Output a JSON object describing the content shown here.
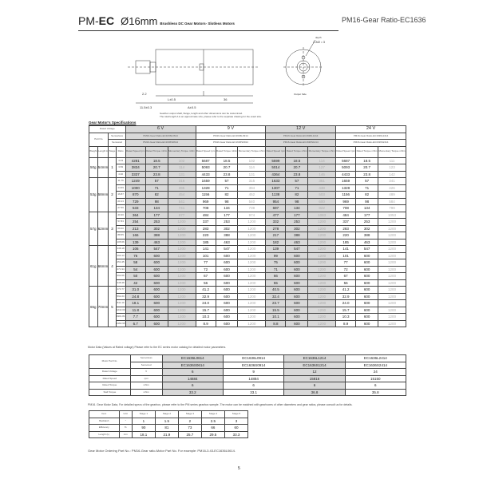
{
  "header": {
    "title_prefix": "PM-",
    "title_bold": "EC",
    "diameter": "Ø16mm",
    "subtitle": "Brushless DC Gear Motors- Slotless Motors",
    "right_title": "PM16-Gear Ratio-EC1636"
  },
  "drawing": {
    "dims": [
      "11.5±0.3",
      "2.2",
      "L±0.5",
      "36",
      "A±0.5",
      "ø3-0.01",
      "ø7-0.02",
      "ø16-0.1",
      "ø16-0.1",
      "3-0.1",
      "0.8-0.1"
    ],
    "output_side_label": "Output Side",
    "depth_label": "depth",
    "screw_label": "2-M2 • 3",
    "pitch_label": "10.00±0.1"
  },
  "notes": {
    "line1": "Gearbox output shaft, flange, length and other dimensions can be customized.",
    "line2": "The total length A is an approximate size, please refer to the separate drawing for the exact size."
  },
  "specs": {
    "title": "Gear Motor's Specifications",
    "rated_voltage_label": "Rated Voltage",
    "part_no_label": "Part No.",
    "sensorless_label": "Sensorless",
    "sensored_label": "Sensored",
    "weight_label": "Weight",
    "length_label": "Length A",
    "stage_label": "Stage",
    "ratio_label": "Ratio",
    "col_speed": "Rated Speed rpm",
    "col_torque": "Rated Torque mNm",
    "col_mom": "Momentary Torque mNm",
    "voltages": [
      {
        "v": "6 V",
        "sensorless": "PM16-Gear Ratio-EC1636L0614",
        "sensored": "PM16-Gear Ratio-EC1636S0614"
      },
      {
        "v": "9 V",
        "sensorless": "PM16-Gear Ratio-EC1636L0914",
        "sensored": "PM16-Gear Ratio-EC1636S0914"
      },
      {
        "v": "12 V",
        "sensorless": "PM16-Gear Ratio-EC1636L1214",
        "sensored": "PM16-Gear Ratio-EC1636S1214"
      },
      {
        "v": "24 V",
        "sensorless": "PM16-Gear Ratio-EC1636L2414",
        "sensored": "PM16-Gear Ratio-EC1636S2414"
      }
    ],
    "groups": [
      {
        "weight": "50g",
        "length": "54mm",
        "stage": "1",
        "rows": [
          [
            "3.43",
            "4281",
            "18.5",
            "102",
            "5687",
            "18.5",
            "102",
            "5599",
            "18.5",
            "114",
            "5687",
            "18.5",
            "111"
          ],
          [
            "3.83",
            "3834",
            "20.7",
            "114",
            "5093",
            "20.7",
            "114",
            "5014",
            "20.7",
            "127",
            "5093",
            "20.7",
            "123"
          ],
          [
            "4.40",
            "3337",
            "23.8",
            "131",
            "4433",
            "23.8",
            "131",
            "4364",
            "23.8",
            "146",
            "4433",
            "23.8",
            "142"
          ]
        ]
      },
      {
        "weight": "53g",
        "length": "58mm",
        "stage": "2",
        "rows": [
          [
            "11.76",
            "1249",
            "57",
            "316",
            "1659",
            "57",
            "315",
            "1633",
            "57",
            "351",
            "1659",
            "57",
            "341"
          ],
          [
            "14.69",
            "1000",
            "71",
            "395",
            "1328",
            "71",
            "394",
            "1307",
            "71",
            "438",
            "1328",
            "71",
            "426"
          ],
          [
            "16.87",
            "870",
            "82",
            "454",
            "1156",
            "82",
            "452",
            "1138",
            "82",
            "503",
            "1156",
            "82",
            "489"
          ],
          [
            "20.13",
            "729",
            "98",
            "541",
            "969",
            "98",
            "540",
            "954",
            "98",
            "600",
            "969",
            "98",
            "584"
          ],
          [
            "27.56",
            "533",
            "134",
            "741",
            "708",
            "134",
            "739",
            "697",
            "134",
            "822",
            "708",
            "134",
            "799"
          ]
        ]
      },
      {
        "weight": "57g",
        "length": "62mm",
        "stage": "3",
        "rows": [
          [
            "40.30",
            "364",
            "177",
            "977",
            "484",
            "177",
            "974",
            "477",
            "177",
            "1083",
            "484",
            "177",
            "1053"
          ],
          [
            "57.83",
            "254",
            "253",
            "1200",
            "337",
            "253",
            "1200",
            "332",
            "253",
            "1200",
            "337",
            "253",
            "1200"
          ],
          [
            "69.00",
            "213",
            "302",
            "1200",
            "283",
            "302",
            "1200",
            "278",
            "302",
            "1200",
            "283",
            "302",
            "1200"
          ],
          [
            "88.55",
            "166",
            "388",
            "1200",
            "220",
            "388",
            "1200",
            "217",
            "388",
            "1200",
            "220",
            "388",
            "1200"
          ],
          [
            "105.66",
            "139",
            "463",
            "1200",
            "185",
            "463",
            "1200",
            "182",
            "463",
            "1200",
            "185",
            "463",
            "1200"
          ]
        ]
      },
      {
        "weight": "61g",
        "length": "66mm",
        "stage": "4",
        "rows": [
          [
            "138.18",
            "106",
            "547",
            "1200",
            "141",
            "547",
            "1200",
            "139",
            "547",
            "1200",
            "141",
            "547",
            "1200"
          ],
          [
            "193.13",
            "76",
            "600",
            "1200",
            "101",
            "600",
            "1200",
            "99",
            "600",
            "1200",
            "101",
            "600",
            "1200"
          ],
          [
            "254.45",
            "58",
            "600",
            "1200",
            "77",
            "600",
            "1200",
            "75",
            "600",
            "1200",
            "77",
            "600",
            "1200"
          ],
          [
            "271.94",
            "54",
            "600",
            "1200",
            "72",
            "600",
            "1200",
            "71",
            "600",
            "1200",
            "72",
            "600",
            "1200"
          ],
          [
            "292.06",
            "50",
            "600",
            "1200",
            "67",
            "600",
            "1200",
            "66",
            "600",
            "1200",
            "67",
            "600",
            "1200"
          ],
          [
            "348.48",
            "42",
            "600",
            "1200",
            "56",
            "600",
            "1200",
            "55",
            "600",
            "1200",
            "56",
            "600",
            "1200"
          ]
        ]
      },
      {
        "weight": "65g",
        "length": "70mm",
        "stage": "5",
        "rows": [
          [
            "473.77",
            "31.0",
            "600",
            "1200",
            "41.2",
            "600",
            "1200",
            "40.5",
            "600",
            "1200",
            "41.2",
            "600",
            "1200"
          ],
          [
            "592.23",
            "24.8",
            "600",
            "1200",
            "32.9",
            "600",
            "1200",
            "32.4",
            "600",
            "1200",
            "32.9",
            "600",
            "1200"
          ],
          [
            "811.10",
            "18.1",
            "600",
            "1200",
            "24.0",
            "600",
            "1200",
            "23.7",
            "600",
            "1200",
            "24.0",
            "600",
            "1200"
          ],
          [
            "1242.00",
            "11.8",
            "600",
            "1200",
            "15.7",
            "600",
            "1200",
            "15.5",
            "600",
            "1200",
            "15.7",
            "600",
            "1200"
          ],
          [
            "1901.81",
            "7.7",
            "600",
            "1200",
            "10.3",
            "600",
            "1200",
            "10.1",
            "600",
            "1200",
            "10.3",
            "600",
            "1200"
          ],
          [
            "2182.95",
            "6.7",
            "600",
            "1200",
            "8.9",
            "600",
            "1200",
            "8.8",
            "600",
            "1200",
            "8.9",
            "600",
            "1200"
          ]
        ]
      }
    ]
  },
  "motor_data": {
    "caption": "Motor Data   (Values at Rated voltage)   Please refer to the EC series motor catalog for detailed motor parameters.",
    "part_no_label": "Motor Part No.",
    "sensorless_label": "Sensorless",
    "sensored_label": "Sensored",
    "sensorless": [
      "EC1636L0614",
      "EC1636L0914",
      "EC1636L1214",
      "EC1636L2414"
    ],
    "sensored": [
      "EC1636S0614",
      "EC1636S0914",
      "EC1636S1214",
      "EC1636S2414"
    ],
    "rows": [
      {
        "label": "Rated Voltage",
        "unit": "V",
        "values": [
          "6",
          "9",
          "12",
          "24"
        ]
      },
      {
        "label": "Rated Speed",
        "unit": "rpm",
        "values": [
          "14684",
          "14884",
          "15816",
          "15150"
        ]
      },
      {
        "label": "Rated Torque",
        "unit": "mNm",
        "values": [
          "6",
          "6",
          "6",
          "6"
        ]
      },
      {
        "label": "Stall Torque",
        "unit": "mNm",
        "values": [
          "33.2",
          "33.1",
          "36.8",
          "35.8"
        ]
      }
    ]
  },
  "gearbox": {
    "caption": "PM16. Gear Motor Data, For detailed specs of the gearbox, please refer to the PM series gearbox sample. The motor can be matched with gearboxes of other diameters and gear ratios, please consult us for details.",
    "headers": [
      "Item",
      "Unit",
      "Stage 1",
      "Stage 2",
      "Stage 3",
      "Stage 4",
      "Stage 5"
    ],
    "rows": [
      [
        "Backlash",
        "°",
        "1",
        "1.5",
        "2",
        "2.5",
        "3"
      ],
      [
        "Efficiency",
        "%",
        "90",
        "81",
        "73",
        "66",
        "60"
      ],
      [
        "Length (L)",
        "mm",
        "18.1",
        "21.9",
        "25.7",
        "29.5",
        "33.3"
      ]
    ]
  },
  "ordering": "Gear Motor Ordering Part No.:  PM16-Gear ratio-Motor Part No. For example:  PM16-3.43-EC1636L0614.",
  "page_number": "5"
}
